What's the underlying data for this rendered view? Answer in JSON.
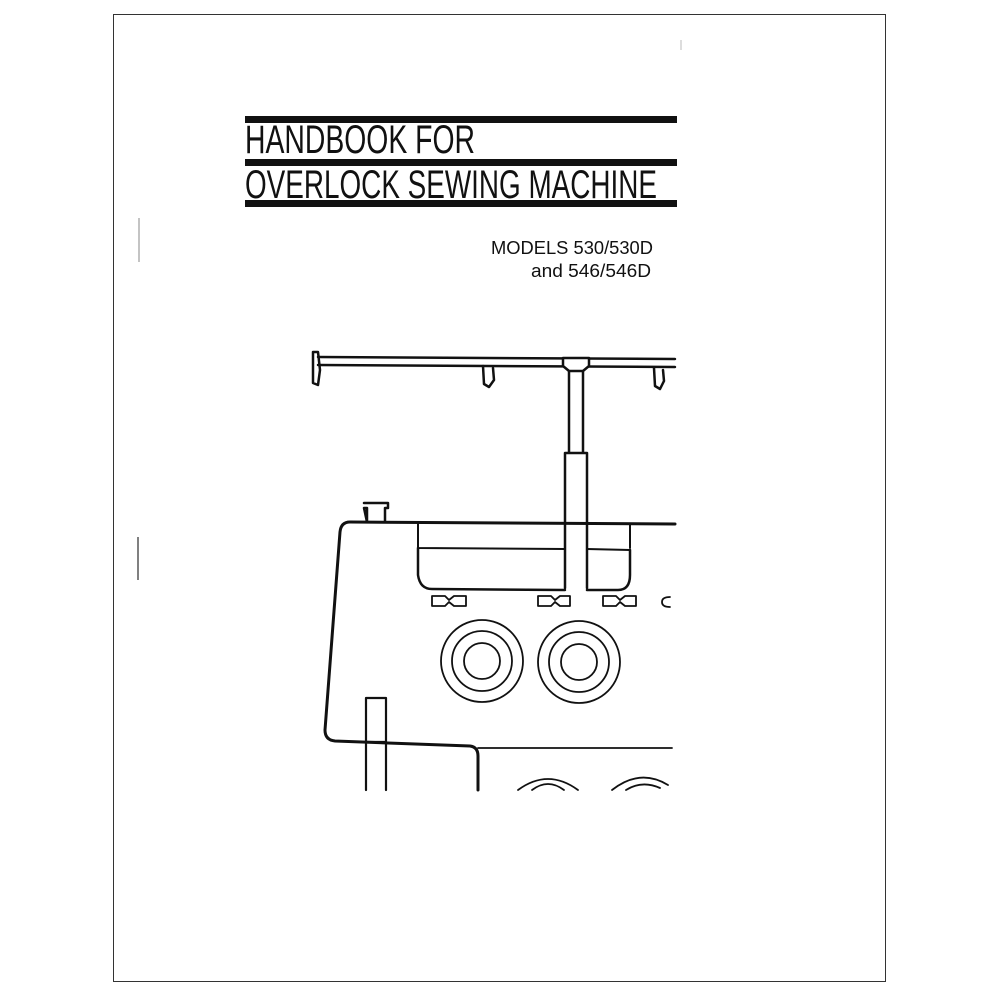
{
  "document": {
    "title_line1": "HANDBOOK FOR",
    "title_line2": "OVERLOCK SEWING MACHINE",
    "models_line1": "MODELS 530/530D",
    "models_line2": "and 546/546D",
    "illustration": "overlock-sewing-machine-line-drawing",
    "text_color": "#111111",
    "background": "#ffffff"
  }
}
